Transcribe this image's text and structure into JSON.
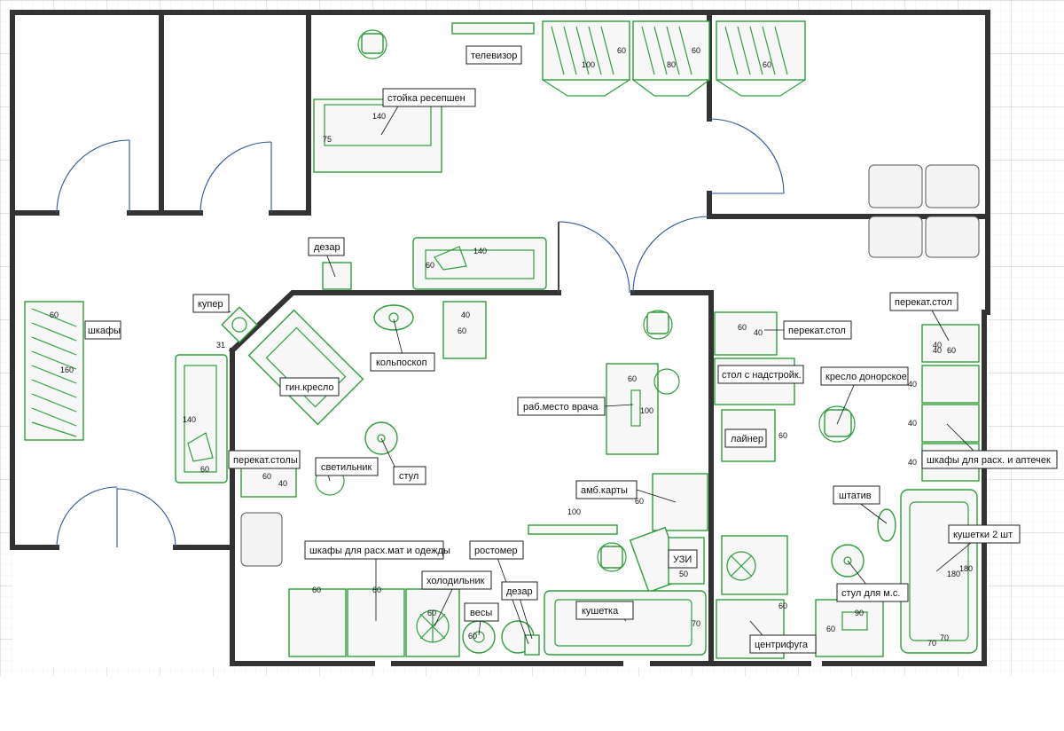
{
  "labels": {
    "tv": "телевизор",
    "reception": "стойка ресепшен",
    "dezar1": "дезар",
    "kuper": "купер",
    "shkafy": "шкафы",
    "kolposkop": "кольпоскоп",
    "gin_kreslo": "гин.кресло",
    "stul": "стул",
    "doctor_place": "раб.место врача",
    "perekat_stoly": "перекат.столы",
    "svetilnik": "светильник",
    "amb_karty": "амб.карты",
    "shkafy_odezhda": "шкафы для расх.мат и одежды",
    "rostomer": "ростомер",
    "holodilnik": "холодильник",
    "vesy": "весы",
    "dezar2": "дезар",
    "uzi": "УЗИ",
    "kushetka": "кушетка",
    "perekat_stol1": "перекат.стол",
    "perekat_stol2": "перекат.стол",
    "stol_nadstroyka": "стол с надстройк.",
    "kreslo_donor": "кресло донорское",
    "lainer": "лайнер",
    "shkafy_apteka": "шкафы для расх. и аптечек",
    "shtativ": "штатив",
    "kushetki": "кушетки 2 шт",
    "stul_ms": "стул для м.с.",
    "centrifuga": "центрифуга"
  },
  "dimensions": {
    "d100a": "100",
    "d60a": "60",
    "d80": "80",
    "d60b": "60",
    "d60c": "60",
    "d140a": "140",
    "d75": "75",
    "d140b": "140",
    "d60d": "60",
    "d60e": "60",
    "d160": "160",
    "d140c": "140",
    "d60f": "60",
    "d40a": "40",
    "d60g": "60",
    "d31": "31",
    "d60h": "60",
    "d100b": "100",
    "d60i": "60",
    "d40b": "40",
    "d60j": "60",
    "d100c": "100",
    "d60k": "60",
    "d60l": "60",
    "d60m": "60",
    "d60n": "60",
    "d70a": "70",
    "d50": "50",
    "d60o": "60",
    "d40c": "40",
    "d40d": "40",
    "d60p": "60",
    "d40e": "40",
    "d40f": "40",
    "d40g": "40",
    "d60q": "60",
    "d60r": "60",
    "d90": "90",
    "d60s": "60",
    "d180a": "180",
    "d180b": "180",
    "d70b": "70",
    "d70c": "70",
    "d40h": "40"
  },
  "colors": {
    "furniture": "#2e9e3a",
    "walls": "#333333",
    "grid": "#d4d4d4",
    "doors": "#2a5599"
  }
}
